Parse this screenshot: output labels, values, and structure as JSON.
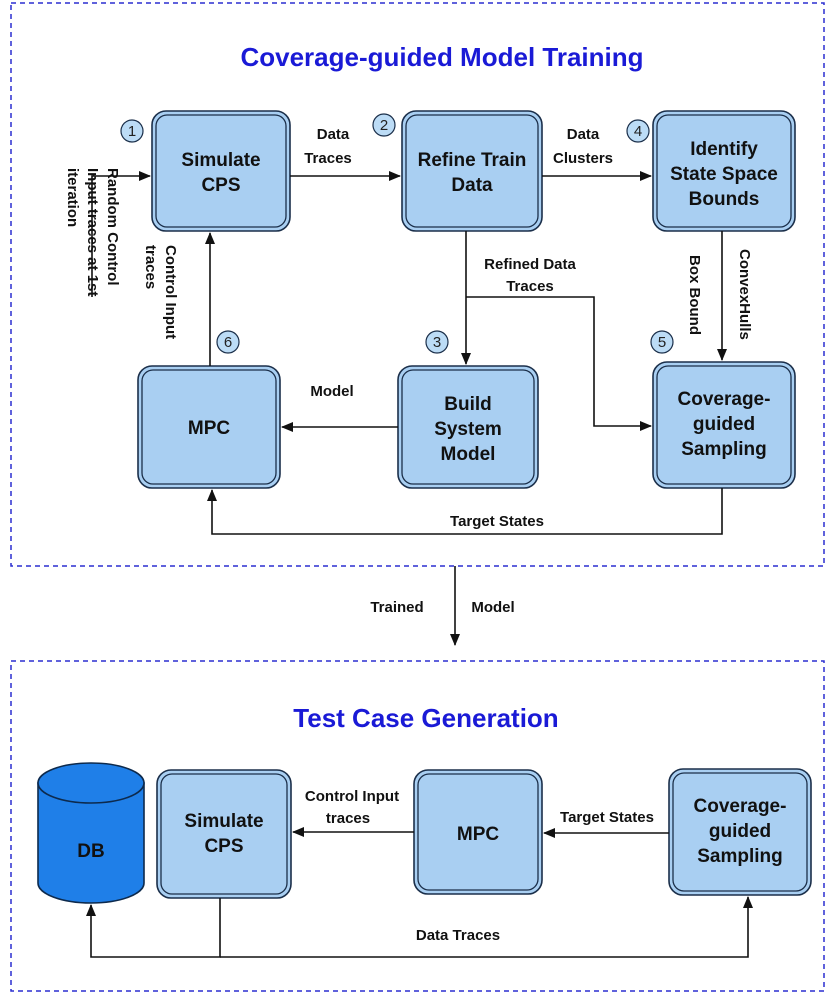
{
  "training": {
    "title": "Coverage-guided Model Training",
    "nodes": {
      "simulate": [
        "Simulate",
        "CPS"
      ],
      "refine": [
        "Refine Train",
        "Data"
      ],
      "identify": [
        "Identify",
        "State Space",
        "Bounds"
      ],
      "build": [
        "Build",
        "System",
        "Model"
      ],
      "mpc": [
        "MPC"
      ],
      "coverage": [
        "Coverage-",
        "guided",
        "Sampling"
      ]
    },
    "steps": [
      "1",
      "2",
      "3",
      "4",
      "5",
      "6"
    ],
    "edges": {
      "random_input": [
        "Random Control",
        "Input traces at 1st",
        "iteration"
      ],
      "data_traces": [
        "Data",
        "Traces"
      ],
      "data_clusters": [
        "Data",
        "Clusters"
      ],
      "refined_data_traces": [
        "Refined Data",
        "Traces"
      ],
      "box_bound": "Box Bound",
      "convex_hulls": "ConvexHulls",
      "model": "Model",
      "control_input_traces": [
        "Control Input",
        "traces"
      ],
      "target_states": "Target States"
    }
  },
  "transition": {
    "label_a": "Trained",
    "label_b": "Model"
  },
  "generation": {
    "title": "Test Case Generation",
    "nodes": {
      "db": "DB",
      "simulate": [
        "Simulate",
        "CPS"
      ],
      "mpc": [
        "MPC"
      ],
      "coverage": [
        "Coverage-",
        "guided",
        "Sampling"
      ]
    },
    "edges": {
      "control_input_traces": [
        "Control Input",
        "traces"
      ],
      "target_states": "Target States",
      "data_traces": "Data Traces"
    }
  },
  "colors": {
    "node_fill": "#a9cff2",
    "db_fill": "#1f7fe8",
    "frame": "#2b2fd0",
    "title": "#1a1ad6"
  }
}
